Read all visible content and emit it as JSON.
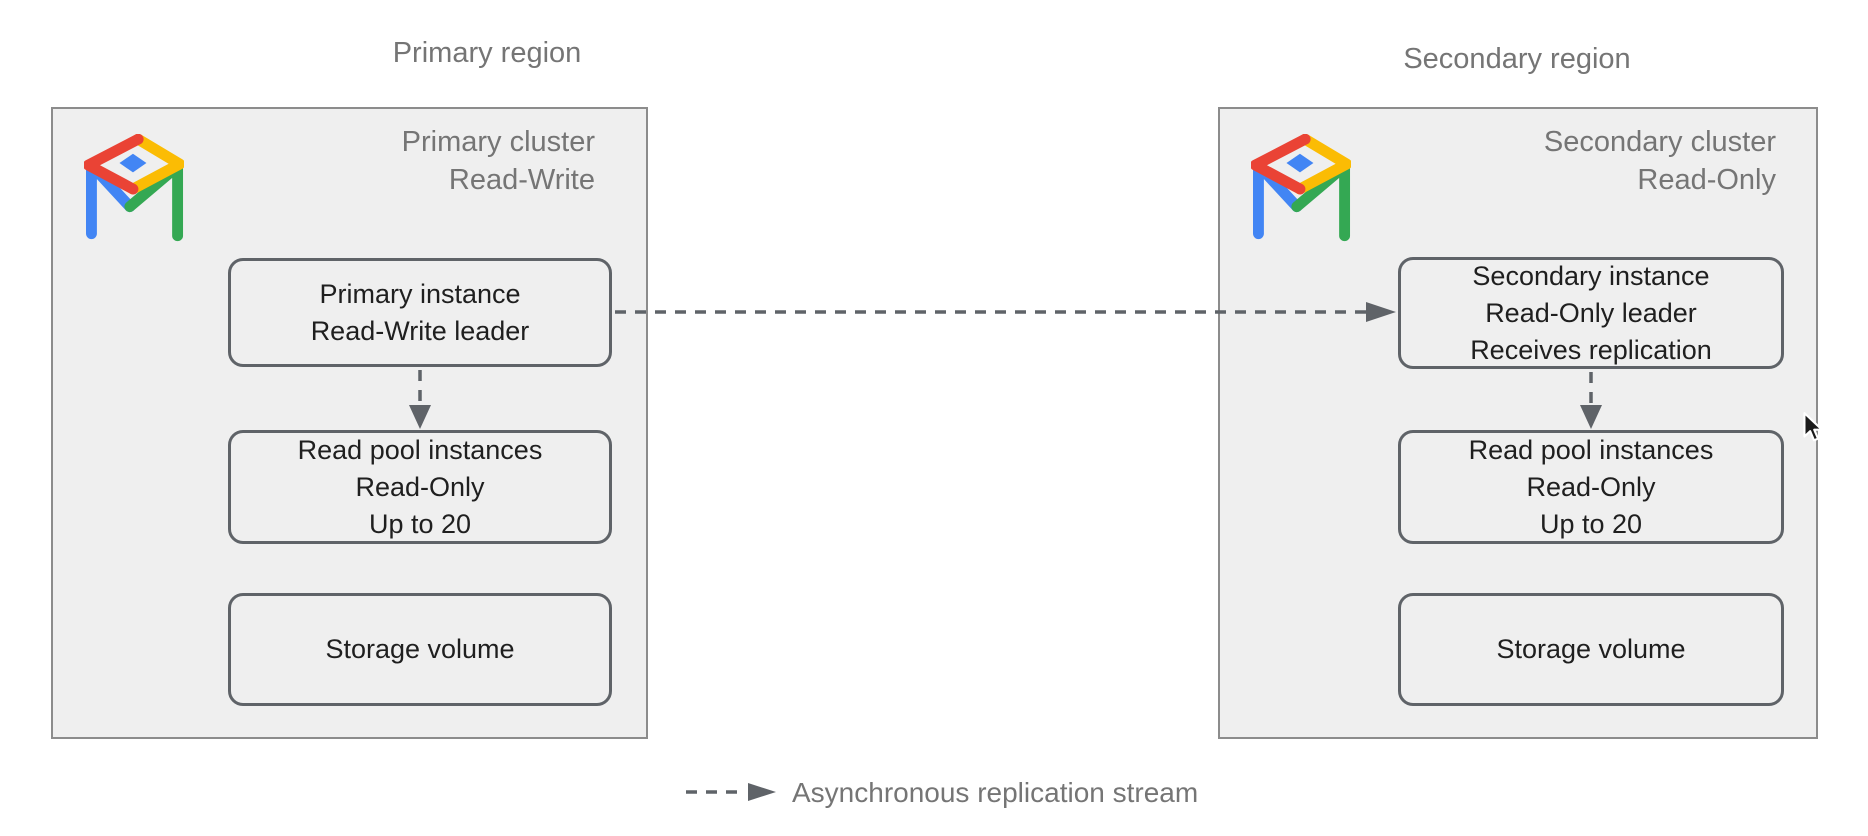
{
  "regions": [
    {
      "region_label": "Primary region",
      "cluster_title": [
        "Primary cluster",
        "Read-Write"
      ],
      "icon": "alloydb-icon",
      "boxes": {
        "instance": [
          "Primary instance",
          "Read-Write leader"
        ],
        "read_pool": [
          "Read pool instances",
          "Read-Only",
          "Up to 20"
        ],
        "storage": [
          "Storage volume"
        ]
      }
    },
    {
      "region_label": "Secondary region",
      "cluster_title": [
        "Secondary cluster",
        "Read-Only"
      ],
      "icon": "alloydb-icon",
      "boxes": {
        "instance": [
          "Secondary instance",
          "Read-Only leader",
          "Receives replication"
        ],
        "read_pool": [
          "Read pool instances",
          "Read-Only",
          "Up to 20"
        ],
        "storage": [
          "Storage volume"
        ]
      }
    }
  ],
  "legend": {
    "label": "Asynchronous replication stream"
  },
  "colors": {
    "logo_red": "#EA4335",
    "logo_yellow": "#FBBC04",
    "logo_green": "#34A853",
    "logo_blue": "#4285F4",
    "container_fill": "#EFEFEF",
    "container_border": "#8C8C8C",
    "box_border": "#5F6368",
    "arrow": "#5F6368",
    "muted_text": "#757575",
    "box_text": "#1F1F1F"
  }
}
